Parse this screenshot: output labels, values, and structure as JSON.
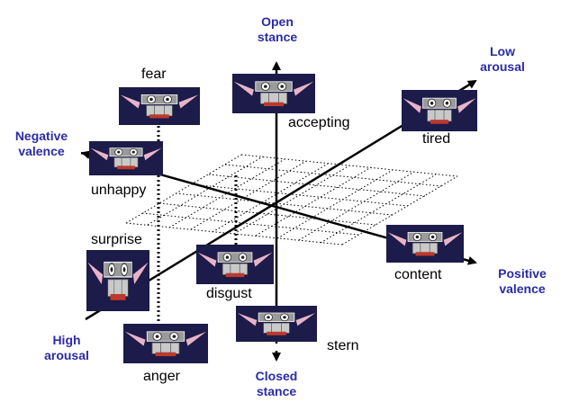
{
  "colors": {
    "axis_label": "#2b2ba8",
    "axis_line": "#000000",
    "grid_line": "#000000",
    "face_background": "#1c1b4a",
    "face_ear": "#e9b3c7",
    "face_metal": "#c9c9c9",
    "face_lip": "#c0392b"
  },
  "axes": {
    "open": {
      "line1": "Open",
      "line2": "stance"
    },
    "closed": {
      "line1": "Closed",
      "line2": "stance"
    },
    "low_arousal": {
      "line1": "Low",
      "line2": "arousal"
    },
    "high_arousal": {
      "line1": "High",
      "line2": "arousal"
    },
    "negative_valence": {
      "line1": "Negative",
      "line2": "valence"
    },
    "positive_valence": {
      "line1": "Positive",
      "line2": "valence"
    }
  },
  "emotions": {
    "fear": "fear",
    "accepting": "accepting",
    "tired": "tired",
    "unhappy": "unhappy",
    "surprise": "surprise",
    "content": "content",
    "disgust": "disgust",
    "stern": "stern",
    "anger": "anger"
  },
  "icons": {
    "face": "robot-face-icon",
    "arrow": "arrowhead-icon"
  }
}
